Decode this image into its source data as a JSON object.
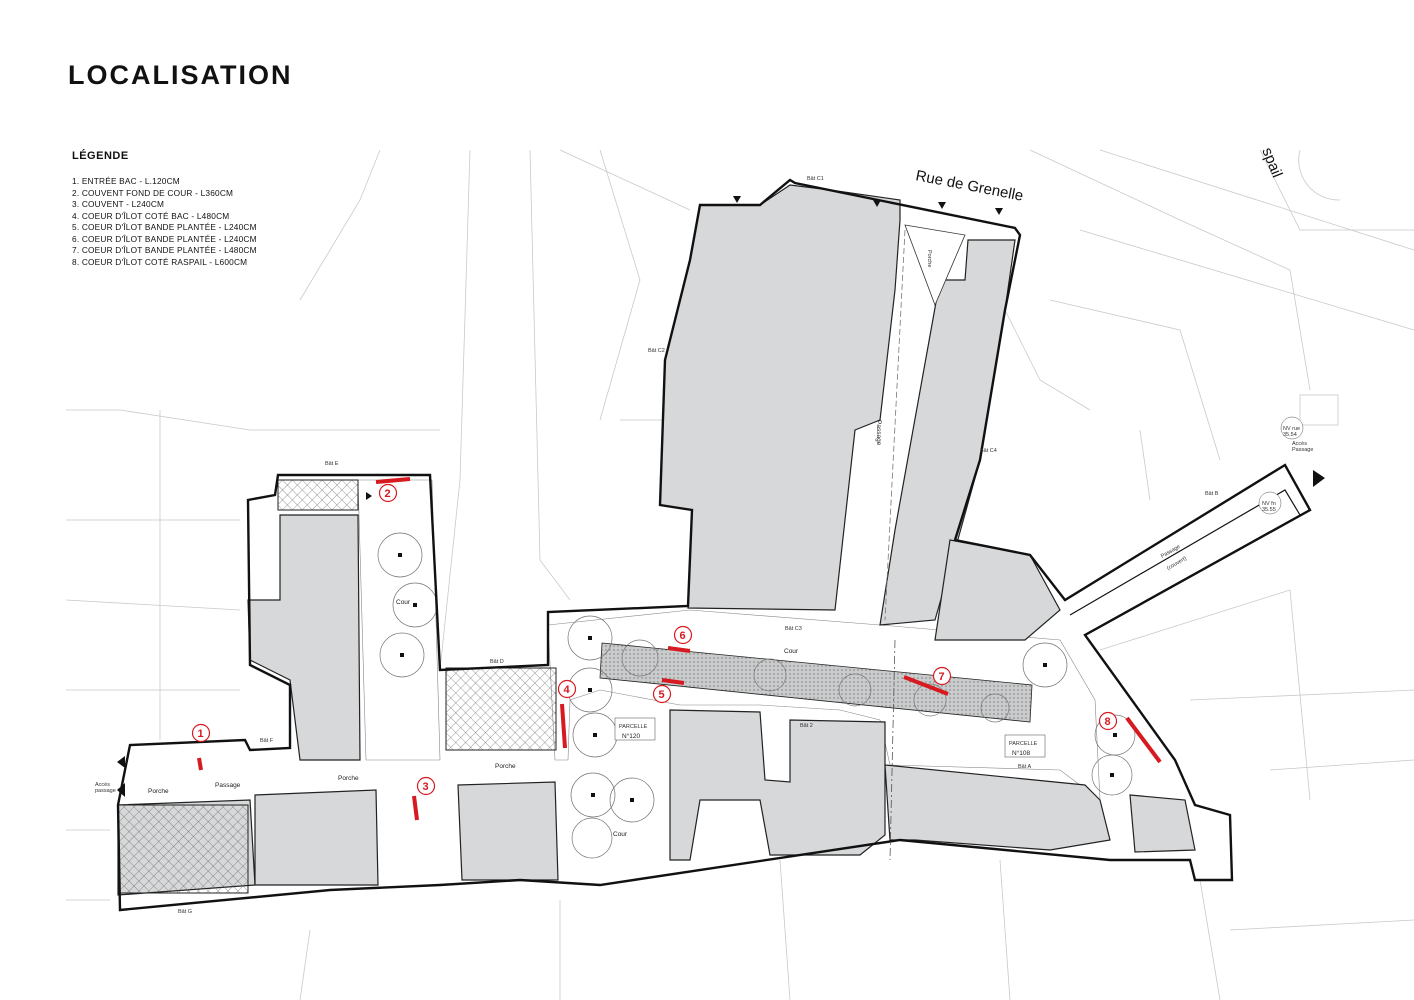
{
  "title": "LOCALISATION",
  "legend": {
    "title": "LÉGENDE",
    "items": [
      "1. ENTRÉE BAC - L.120CM",
      "2. COUVENT FOND DE COUR - L360CM",
      "3. COUVENT - L240CM",
      "4. COEUR D'ÎLOT COTÉ BAC - L480CM",
      "5. COEUR D'ÎLOT BANDE PLANTÉE - L240CM",
      "6. COEUR D'ÎLOT BANDE PLANTÉE - L240CM",
      "7. COEUR D'ÎLOT BANDE PLANTÉE - L480CM",
      "8. COEUR D'ÎLOT COTÉ RASPAIL - L600CM"
    ]
  },
  "streets": {
    "grenelle": "Rue de Grenelle",
    "raspail_partial": "spail"
  },
  "parcels": {
    "p120_label": "PARCELLE",
    "p120_num": "N°120",
    "p108_label": "PARCELLE",
    "p108_num": "N°108"
  },
  "buildings": {
    "bat_a": "Bât A",
    "bat_b": "Bât B",
    "bat_c1": "Bât C1",
    "bat_c2": "Bât C2",
    "bat_c3": "Bât C3",
    "bat_c4": "Bât C4",
    "bat_d": "Bât D",
    "bat_e": "Bât E",
    "bat_f": "Bât F",
    "bat_g": "Bât G",
    "bat_2": "Bât 2"
  },
  "areas": {
    "cour_left": "Cour",
    "cour_center": "Cour",
    "cour_bottom": "Cour",
    "passage_vertical": "Passage",
    "passage_left": "Passage",
    "passage_b": "Passage",
    "passage_b_note": "(couvert)",
    "porche_top": "Porche",
    "porche_left": "Porche",
    "porche_mid": "Porche",
    "porche_right": "Porche"
  },
  "access": {
    "acces_passage_right": "Accès\nPassage",
    "nv_rue": "NV rue\n35.54",
    "nv_fn": "NV fn\n35.55",
    "acces_left": "Accès\npassage"
  },
  "markers": [
    "1",
    "2",
    "3",
    "4",
    "5",
    "6",
    "7",
    "8"
  ],
  "colors": {
    "marker_red": "#d71920",
    "building_fill": "#d6d8d9",
    "outline": "#111111"
  }
}
